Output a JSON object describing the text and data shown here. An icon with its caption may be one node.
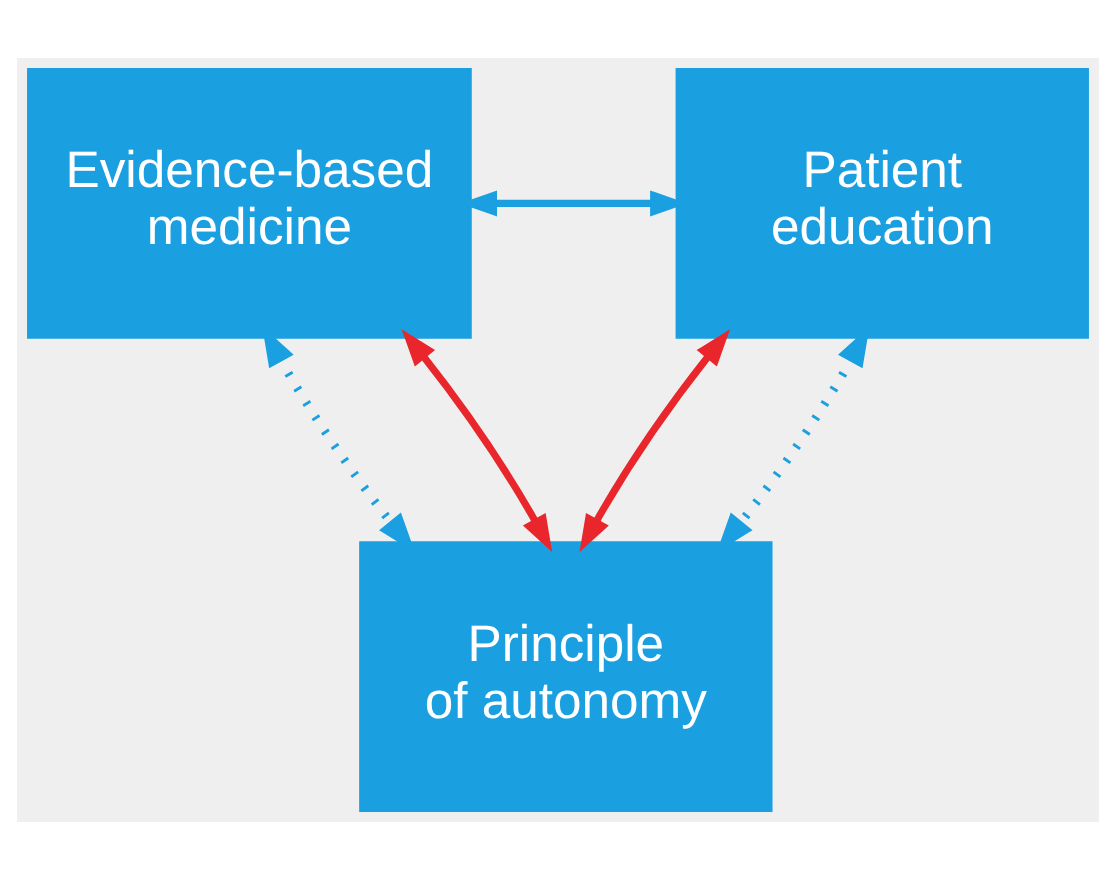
{
  "diagram": {
    "nodes": [
      {
        "text": [
          "Evidence-based medicine"
        ]
      },
      {
        "text": [
          "Patient education"
        ]
      },
      {
        "text": [
          "Principle of autonomy"
        ]
      }
    ],
    "edges": [
      {
        "from": 0,
        "to": 1,
        "arrow": "both"
      },
      {
        "from": 0,
        "to": 2,
        "arrow": "both",
        "style": "dashed"
      },
      {
        "from": 0,
        "to": 2,
        "arrow": "both",
        "color": "#e8262b"
      },
      {
        "from": 1,
        "to": 2,
        "arrow": "both",
        "color": "#e8262b"
      },
      {
        "from": 1,
        "to": 2,
        "arrow": "both",
        "style": "dashed"
      }
    ]
  }
}
